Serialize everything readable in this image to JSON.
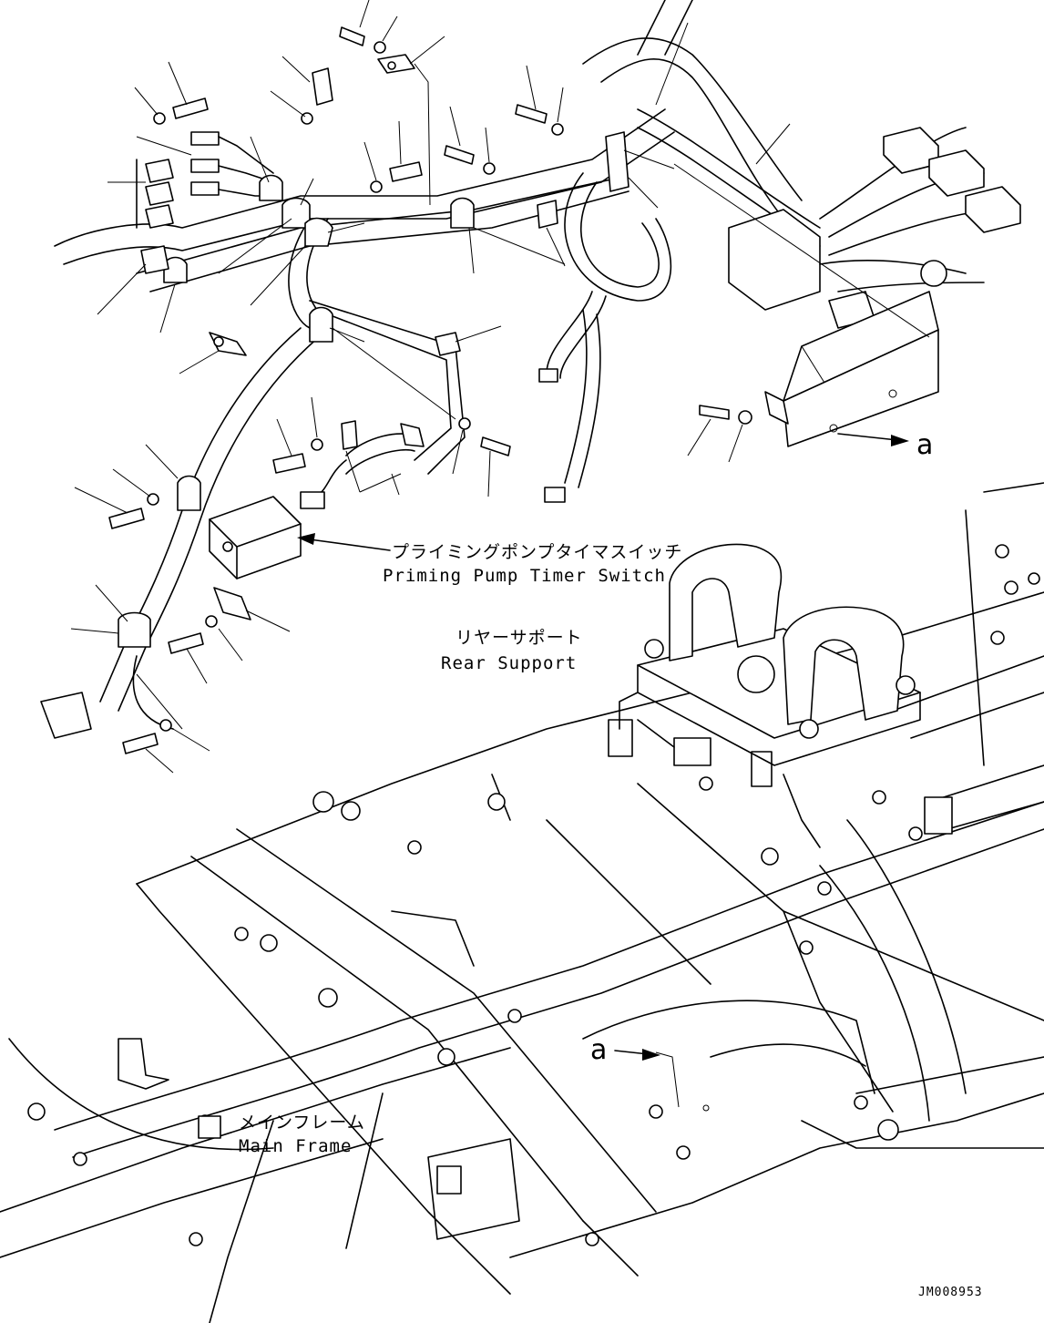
{
  "labels": {
    "priming_pump_timer_switch_jp": "プライミングポンプタイマスイッチ",
    "priming_pump_timer_switch_en": "Priming Pump Timer Switch",
    "rear_support_jp": "リヤーサポート",
    "rear_support_en": "Rear Support",
    "main_frame_jp": "メインフレーム",
    "main_frame_en": "Main Frame",
    "callout_a_top": "a",
    "callout_a_bottom": "a",
    "drawing_code": "JM008953"
  }
}
